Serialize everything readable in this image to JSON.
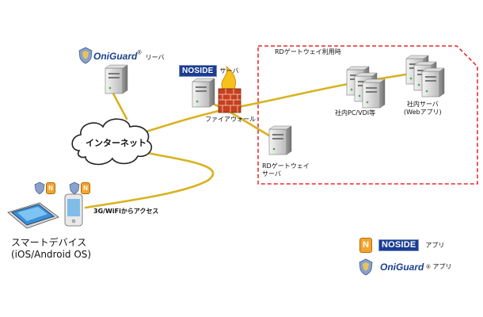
{
  "nodes": {
    "oniguard_server": {
      "brand": "OniGuard",
      "reg": "®",
      "label": "リーバ"
    },
    "noside_server": {
      "brand": "NOSIDE",
      "label": "サーバ"
    },
    "firewall": {
      "label": "ファイアウォール"
    },
    "internet": {
      "label": "インターネット"
    },
    "rd_gateway": {
      "line1": "RDゲートウェイ",
      "line2": "サーバ"
    },
    "rd_group": {
      "label": "RDゲートウェイ利用時"
    },
    "pc_vdi": {
      "label": "社内PC/VDI等"
    },
    "intranet_server": {
      "line1": "社内サーバ",
      "line2": "(Webアプリ)"
    },
    "access": {
      "label": "3G/WiFiからアクセス"
    },
    "smart_devices": {
      "line1": "スマートデバイス",
      "line2": "(iOS/Android OS)"
    }
  },
  "legend": {
    "noside_app": {
      "brand": "NOSIDE",
      "suffix": "アプリ",
      "badge": "N"
    },
    "oniguard_app": {
      "brand": "OniGuard",
      "reg": "®",
      "suffix": "アプリ"
    }
  },
  "colors": {
    "link": "#d9b220",
    "brand_blue": "#1b3d91",
    "dashed_border": "#e00000",
    "badge_orange": "#f2a530"
  }
}
